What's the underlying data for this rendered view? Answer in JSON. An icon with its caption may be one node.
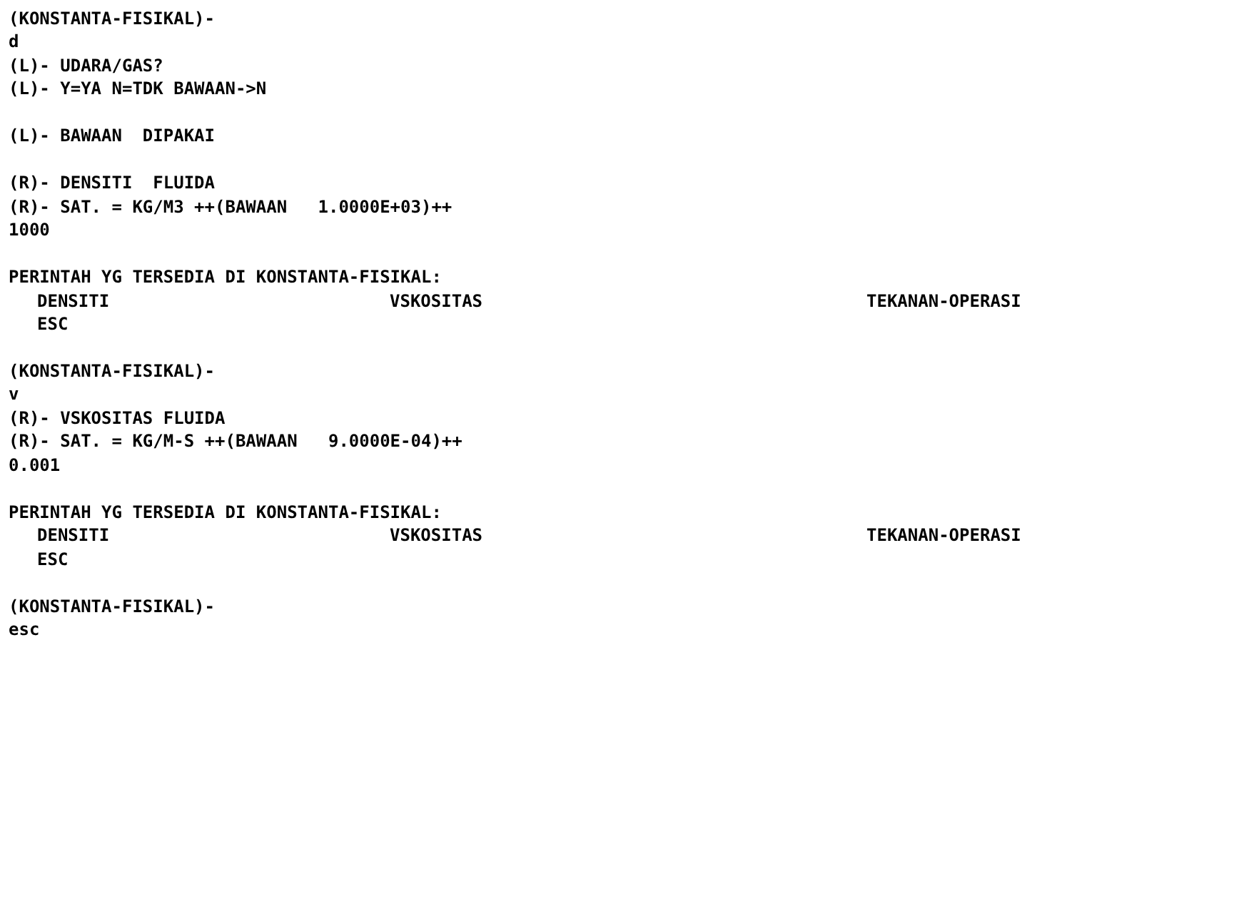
{
  "diagram": {
    "labels": [
      "(KONSTANTA-FISIKAL)-",
      "d",
      "(L)- UDARA/GAS?",
      "(L)- Y=YA N=TDK BAWAAN->N",
      "(L)- BAWAAN  DIPAKAI",
      "(R)- DENSITI  FLUIDA",
      "(R)- SAT. = KG/M3 ++(BAWAAN   1.0000E+03)++",
      "1000",
      "PERINTAH YG TERSEDIA DI KONSTANTA-FISIKAL:",
      "DENSITI",
      "VSKOSITAS",
      "TEKANAN-OPERASI",
      "ESC",
      "(KONSTANTA-FISIKAL)-",
      "v",
      "(R)- VSKOSITAS FLUIDA",
      "(R)- SAT. = KG/M-S ++(BAWAAN   9.0000E-04)++",
      "0.001",
      "PERINTAH YG TERSEDIA DI KONSTANTA-FISIKAL:",
      "DENSITI",
      "VSKOSITAS",
      "TEKANAN-OPERASI",
      "ESC",
      "(KONSTANTA-FISIKAL)-",
      "esc"
    ]
  }
}
